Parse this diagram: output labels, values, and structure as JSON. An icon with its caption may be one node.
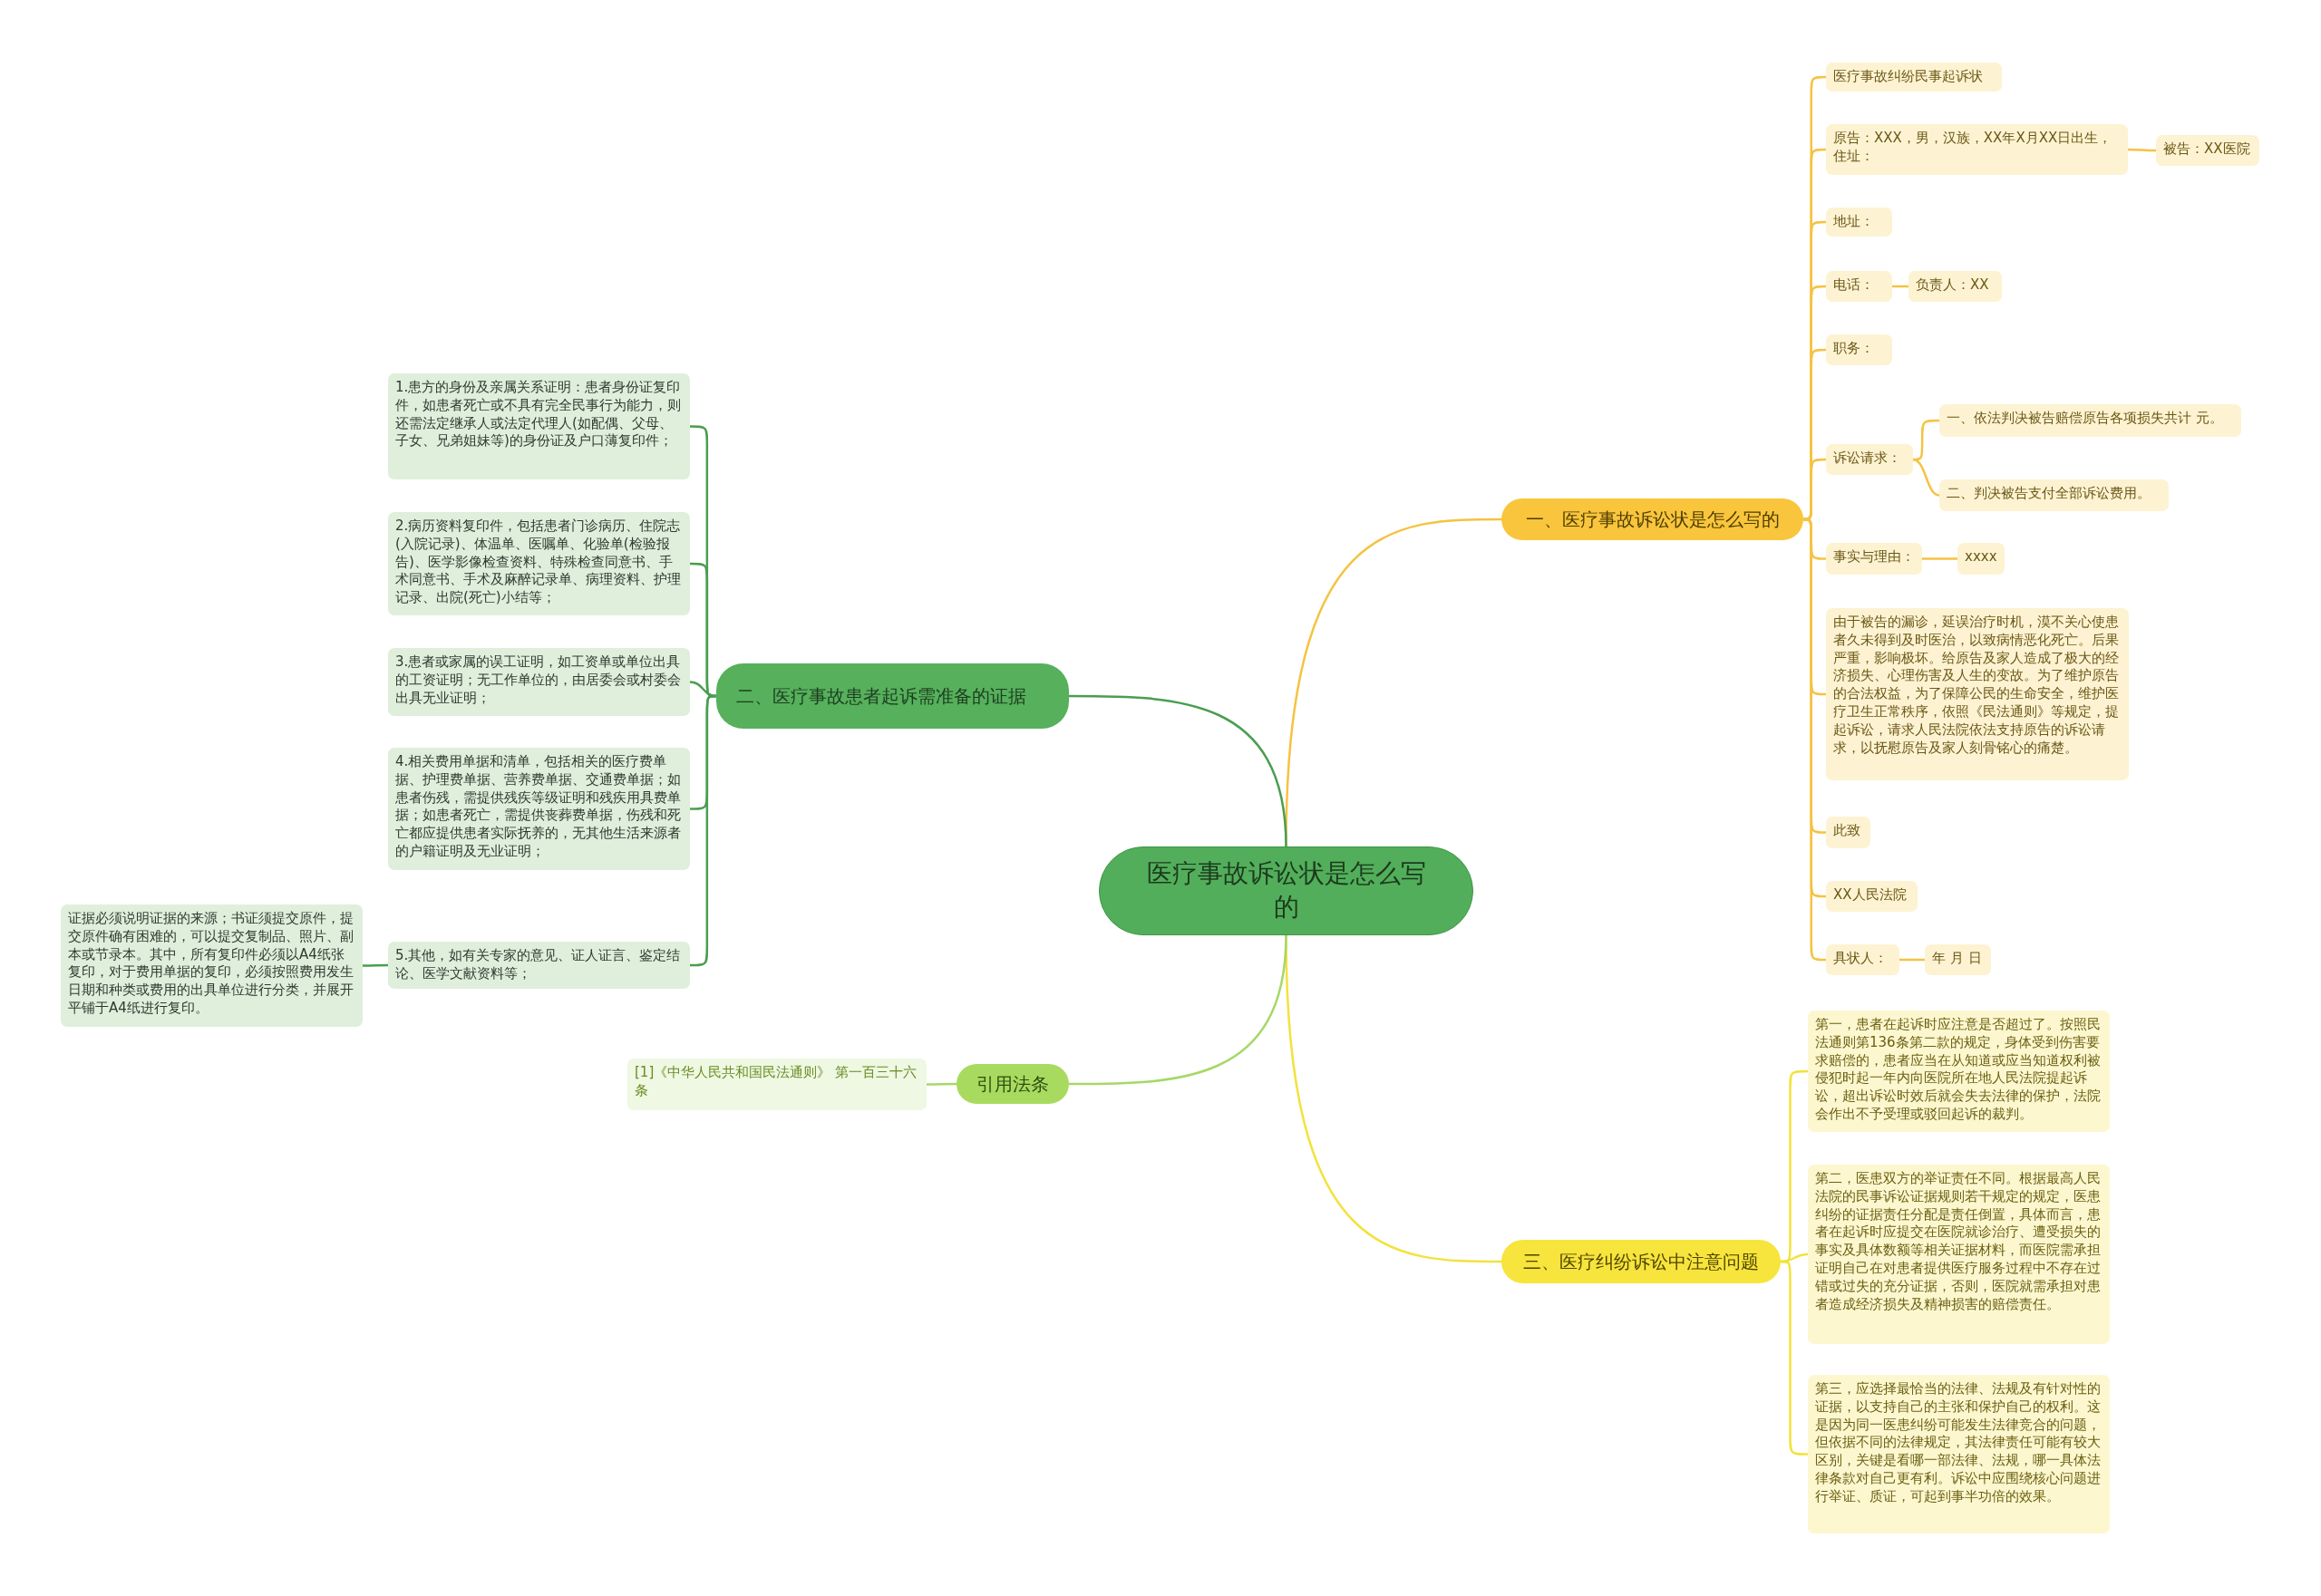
{
  "diagram": {
    "nodes": [
      {
        "text": [
          "医疗事故诉讼状是怎么写的"
        ]
      },
      {
        "text": [
          "一、医疗事故诉讼状是怎么写的"
        ]
      },
      {
        "text": [
          "医疗事故纠纷民事起诉状"
        ]
      },
      {
        "text": [
          "原告：XXX，男，汉族，XX年X月XX日出生，住址："
        ]
      },
      {
        "text": [
          "被告：XX医院"
        ]
      },
      {
        "text": [
          "地址："
        ]
      },
      {
        "text": [
          "电话："
        ]
      },
      {
        "text": [
          "负责人：XX"
        ]
      },
      {
        "text": [
          "职务："
        ]
      },
      {
        "text": [
          "诉讼请求："
        ]
      },
      {
        "text": [
          "一、依法判决被告赔偿原告各项损失共计 元。"
        ]
      },
      {
        "text": [
          "二、判决被告支付全部诉讼费用。"
        ]
      },
      {
        "text": [
          "事实与理由："
        ]
      },
      {
        "text": [
          "xxxx"
        ]
      },
      {
        "text": [
          "由于被告的漏诊，延误治疗时机，漠不关心使患者久未得到及时医治，以致病情恶化死亡。后果严重，影响极坏。给原告及家人造成了极大的经济损失、心理伤害及人生的变故。为了维护原告的合法权益，为了保障公民的生命安全，维护医疗卫生正常秩序，依照《民法通则》等规定，提起诉讼，请求人民法院依法支持原告的诉讼请求，以抚慰原告及家人刻骨铭心的痛楚。"
        ]
      },
      {
        "text": [
          "此致"
        ]
      },
      {
        "text": [
          "XX人民法院"
        ]
      },
      {
        "text": [
          "具状人："
        ]
      },
      {
        "text": [
          "年 月 日"
        ]
      },
      {
        "text": [
          "二、医疗事故患者起诉需准备的证据"
        ]
      },
      {
        "text": [
          "1.患方的身份及亲属关系证明：患者身份证复印件，如患者死亡或不具有完全民事行为能力，则还需法定继承人或法定代理人(如配偶、父母、子女、兄弟姐妹等)的身份证及户口薄复印件；"
        ]
      },
      {
        "text": [
          "2.病历资料复印件，包括患者门诊病历、住院志(入院记录)、体温单、医嘱单、化验单(检验报告)、医学影像检查资料、特殊检查同意书、手术同意书、手术及麻醉记录单、病理资料、护理记录、出院(死亡)小结等；"
        ]
      },
      {
        "text": [
          "3.患者或家属的误工证明，如工资单或单位出具的工资证明；无工作单位的，由居委会或村委会出具无业证明；"
        ]
      },
      {
        "text": [
          "4.相关费用单据和清单，包括相关的医疗费单据、护理费单据、营养费单据、交通费单据；如患者伤残，需提供残疾等级证明和残疾用具费单据；如患者死亡，需提供丧葬费单据，伤残和死亡都应提供患者实际抚养的，无其他生活来源者的户籍证明及无业证明；"
        ]
      },
      {
        "text": [
          "5.其他，如有关专家的意见、证人证言、鉴定结论、医学文献资料等；"
        ]
      },
      {
        "text": [
          "证据必须说明证据的来源；书证须提交原件，提交原件确有困难的，可以提交复制品、照片、副本或节录本。其中，所有复印件必须以A4纸张复印，对于费用单据的复印，必须按照费用发生日期和种类或费用的出具单位进行分类，并展开平铺于A4纸进行复印。"
        ]
      },
      {
        "text": [
          "三、医疗纠纷诉讼中注意问题"
        ]
      },
      {
        "text": [
          "第一，患者在起诉时应注意是否超过了。按照民法通则第136条第二款的规定，身体受到伤害要求赔偿的，患者应当在从知道或应当知道权利被侵犯时起一年内向医院所在地人民法院提起诉讼，超出诉讼时效后就会失去法律的保护，法院会作出不予受理或驳回起诉的裁判。"
        ]
      },
      {
        "text": [
          "第二，医患双方的举证责任不同。根据最高人民法院的民事诉讼证据规则若干规定的规定，医患纠纷的证据责任分配是责任倒置，具体而言，患者在起诉时应提交在医院就诊治疗、遭受损失的事实及具体数额等相关证据材料，而医院需承担证明自己在对患者提供医疗服务过程中不存在过错或过失的充分证据，否则，医院就需承担对患者造成经济损失及精神损害的赔偿责任。"
        ]
      },
      {
        "text": [
          "第三，应选择最恰当的法律、法规及有针对性的证据，以支持自己的主张和保护自己的权利。这是因为同一医患纠纷可能发生法律竞合的问题，但依据不同的法律规定，其法律责任可能有较大区别，关键是看哪一部法律、法规，哪一具体法律条款对自己更有利。诉讼中应围绕核心问题进行举证、质证，可起到事半功倍的效果。"
        ]
      },
      {
        "text": [
          "引用法条"
        ]
      },
      {
        "text": [
          "[1]《中华人民共和国民法通则》 第一百三十六条"
        ]
      }
    ],
    "edges": [
      {
        "from": 0,
        "to": 1,
        "arrow": "none"
      },
      {
        "from": 1,
        "to": 2,
        "arrow": "none"
      },
      {
        "from": 1,
        "to": 3,
        "arrow": "none"
      },
      {
        "from": 3,
        "to": 4,
        "arrow": "none"
      },
      {
        "from": 1,
        "to": 5,
        "arrow": "none"
      },
      {
        "from": 1,
        "to": 6,
        "arrow": "none"
      },
      {
        "from": 6,
        "to": 7,
        "arrow": "none"
      },
      {
        "from": 1,
        "to": 8,
        "arrow": "none"
      },
      {
        "from": 1,
        "to": 9,
        "arrow": "none"
      },
      {
        "from": 9,
        "to": 10,
        "arrow": "none"
      },
      {
        "from": 9,
        "to": 11,
        "arrow": "none"
      },
      {
        "from": 1,
        "to": 12,
        "arrow": "none"
      },
      {
        "from": 12,
        "to": 13,
        "arrow": "none"
      },
      {
        "from": 1,
        "to": 14,
        "arrow": "none"
      },
      {
        "from": 1,
        "to": 15,
        "arrow": "none"
      },
      {
        "from": 1,
        "to": 16,
        "arrow": "none"
      },
      {
        "from": 1,
        "to": 17,
        "arrow": "none"
      },
      {
        "from": 17,
        "to": 18,
        "arrow": "none"
      },
      {
        "from": 0,
        "to": 19,
        "arrow": "none",
        "color": "#4a9e50"
      },
      {
        "from": 19,
        "to": 20,
        "arrow": "none",
        "color": "#4a9e50"
      },
      {
        "from": 19,
        "to": 21,
        "arrow": "none",
        "color": "#4a9e50"
      },
      {
        "from": 19,
        "to": 22,
        "arrow": "none",
        "color": "#4a9e50"
      },
      {
        "from": 19,
        "to": 23,
        "arrow": "none",
        "color": "#4a9e50"
      },
      {
        "from": 19,
        "to": 24,
        "arrow": "none",
        "color": "#4a9e50"
      },
      {
        "from": 24,
        "to": 25,
        "arrow": "none",
        "color": "#4a9e50"
      },
      {
        "from": 0,
        "to": 26,
        "arrow": "none",
        "color": "#f2e23c"
      },
      {
        "from": 26,
        "to": 27,
        "arrow": "none",
        "color": "#f2e23c"
      },
      {
        "from": 26,
        "to": 28,
        "arrow": "none",
        "color": "#f2e23c"
      },
      {
        "from": 26,
        "to": 29,
        "arrow": "none",
        "color": "#f2e23c"
      },
      {
        "from": 0,
        "to": 30,
        "arrow": "none",
        "color": "#a6d867"
      },
      {
        "from": 30,
        "to": 31,
        "arrow": "none",
        "color": "#a6d867"
      }
    ]
  }
}
